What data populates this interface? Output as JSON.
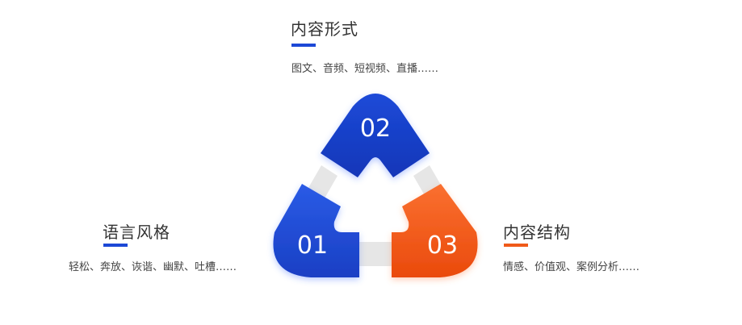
{
  "colors": {
    "blue": "#1c48d6",
    "orange": "#f05a1a",
    "gray": "#e6e6e6",
    "text": "#333333"
  },
  "items": [
    {
      "number": "01",
      "title": "语言风格",
      "desc": "轻松、奔放、诙谐、幽默、吐槽……"
    },
    {
      "number": "02",
      "title": "内容形式",
      "desc": "图文、音频、短视频、直播……"
    },
    {
      "number": "03",
      "title": "内容结构",
      "desc": "情感、价值观、案例分析……"
    }
  ]
}
